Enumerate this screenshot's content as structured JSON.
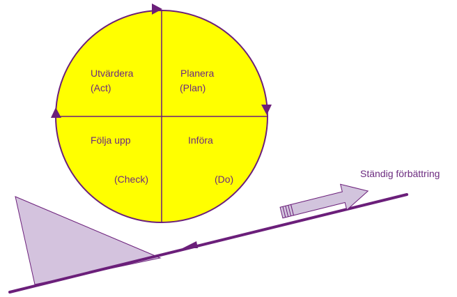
{
  "colors": {
    "background": "#ffffff",
    "circle_fill": "#ffff00",
    "outline": "#6b1f7a",
    "text": "#6b2a7f",
    "wedge_fill": "#d4c3de",
    "arrow_fill": "#d2c4dd"
  },
  "cycle": {
    "quadrants": {
      "act": {
        "name": "Utvärdera",
        "english": "(Act)"
      },
      "plan": {
        "name": "Planera",
        "english": "(Plan)"
      },
      "check": {
        "name": "Följa upp",
        "english": "(Check)"
      },
      "do": {
        "name": "Införa",
        "english": "(Do)"
      }
    }
  },
  "caption": "Ständig förbättring",
  "icons": {
    "cycle_arrows": "triangle-arrowhead-icon",
    "progress_arrow": "block-arrow-icon",
    "stopper": "wedge-stopper-icon"
  }
}
